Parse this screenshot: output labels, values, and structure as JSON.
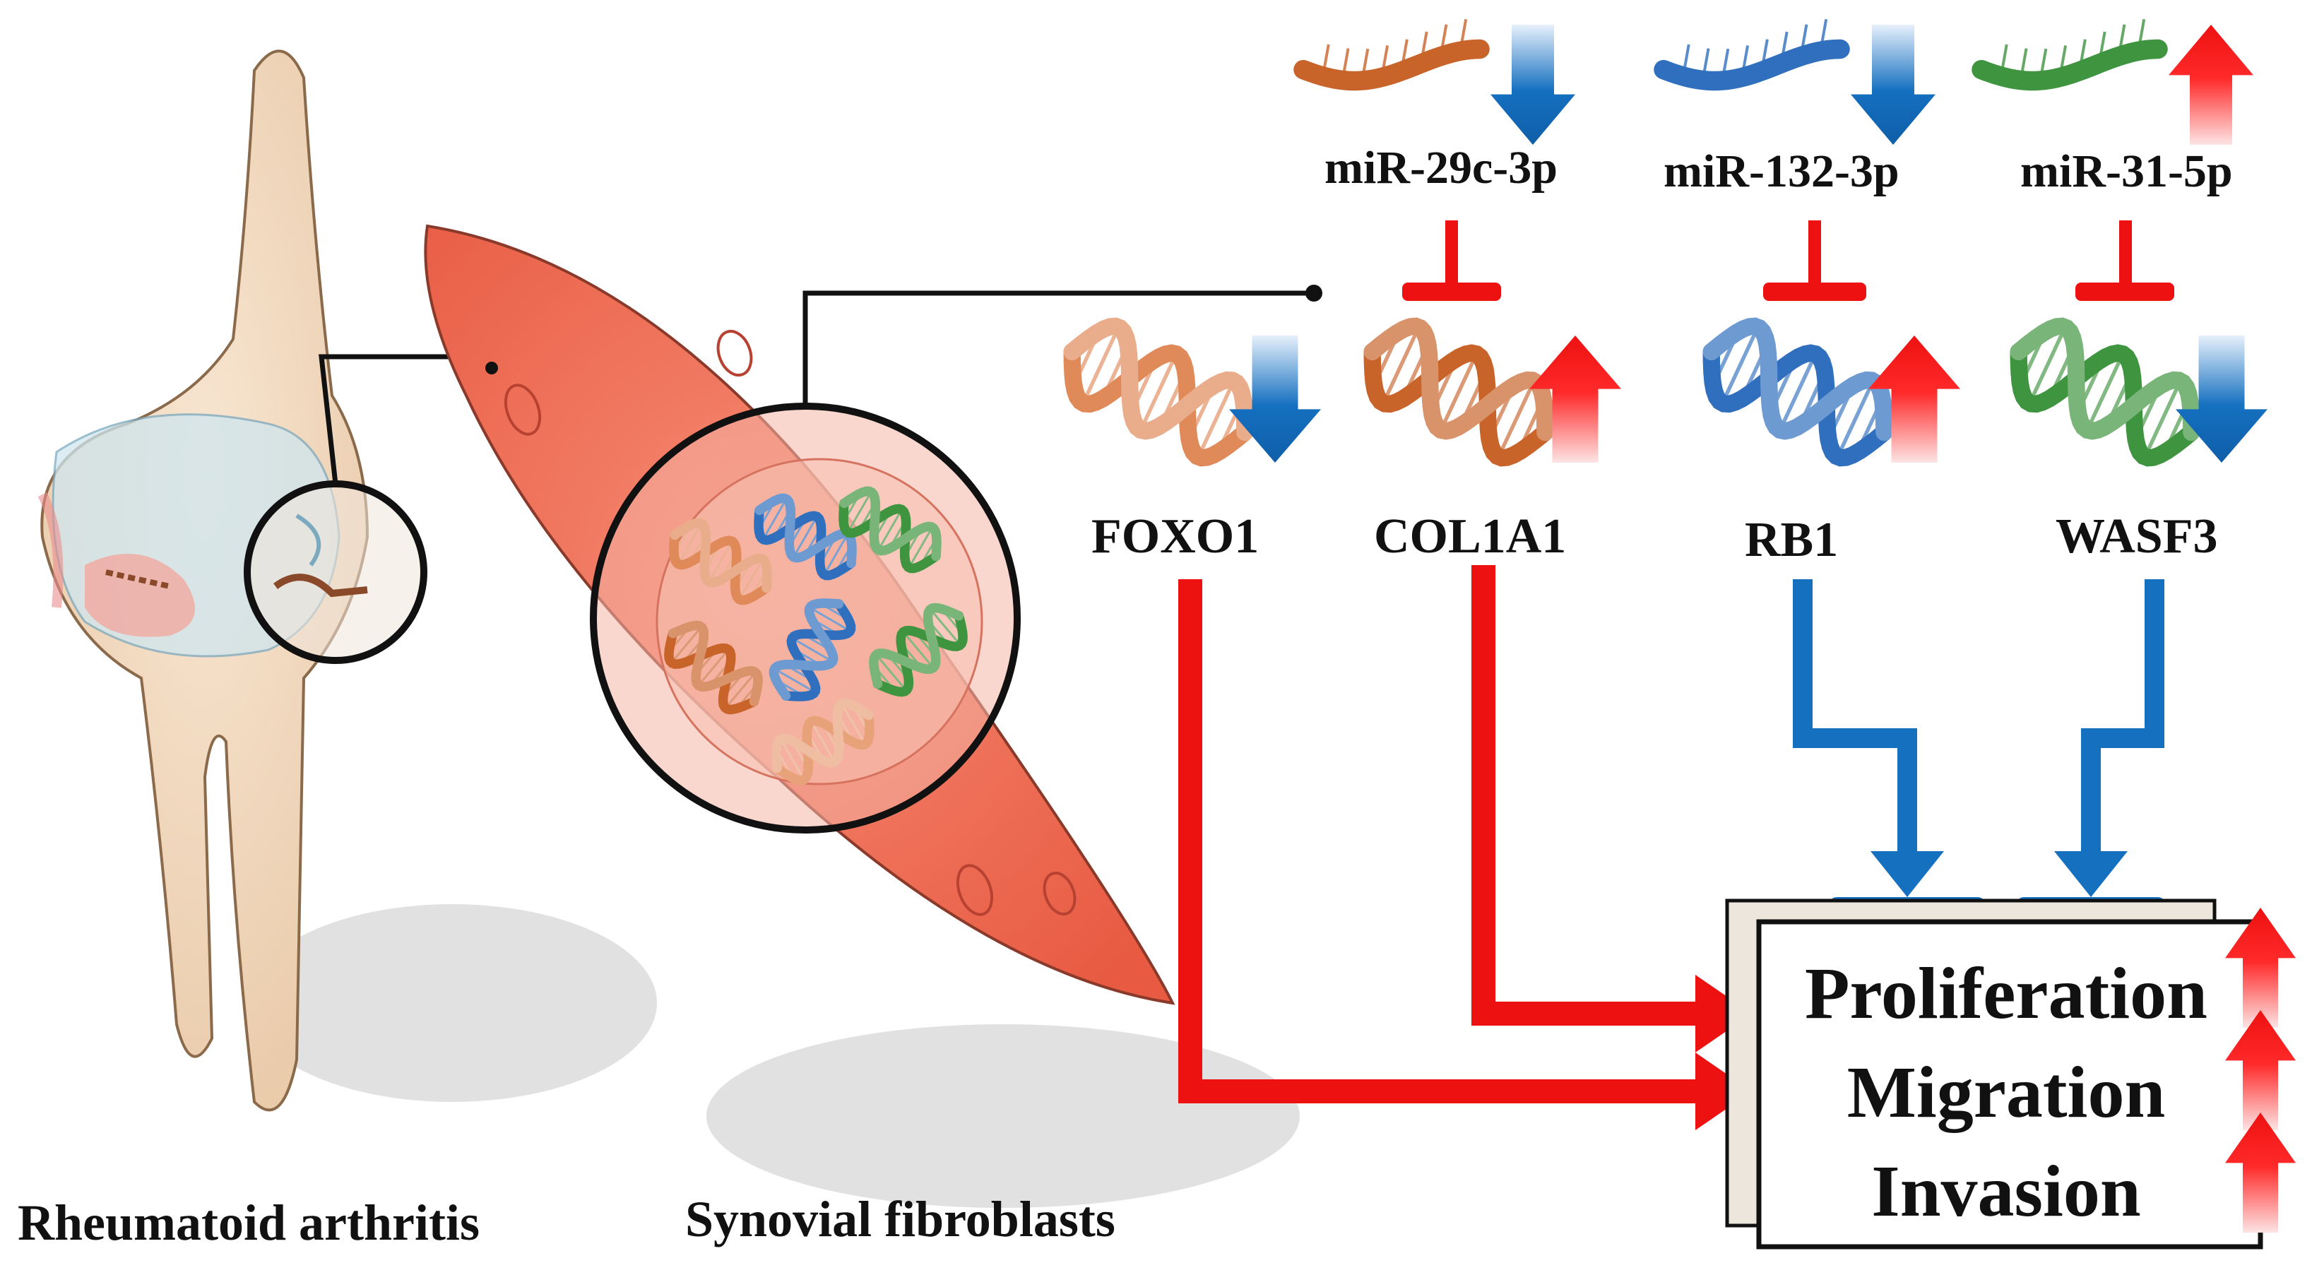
{
  "captions": {
    "disease": "Rheumatoid arthritis",
    "cell": "Synovial fibroblasts"
  },
  "mirnas": [
    {
      "name": "miR-29c-3p",
      "direction": "down",
      "color": "#c8642a"
    },
    {
      "name": "miR-132-3p",
      "direction": "down",
      "color": "#2f6fbd"
    },
    {
      "name": "miR-31-5p",
      "direction": "up",
      "color": "#3f9440"
    }
  ],
  "genes": [
    {
      "name": "FOXO1",
      "direction": "down",
      "color": "#e08a5a"
    },
    {
      "name": "COL1A1",
      "direction": "up",
      "color": "#c8642a"
    },
    {
      "name": "RB1",
      "direction": "up",
      "color": "#2f6fbd"
    },
    {
      "name": "WASF3",
      "direction": "down",
      "color": "#3f9440"
    }
  ],
  "outcomes": [
    {
      "label": "Proliferation",
      "direction": "up"
    },
    {
      "label": "Migration",
      "direction": "up"
    },
    {
      "label": "Invasion",
      "direction": "up"
    }
  ],
  "colors": {
    "activation": "#ee1111",
    "inhibition_line": "#1a6fc4",
    "down_arrow": "#1570c0",
    "up_arrow": "#ff1a1a",
    "cell_fill": "#ef6a52",
    "bone": "#f3dcc2"
  }
}
